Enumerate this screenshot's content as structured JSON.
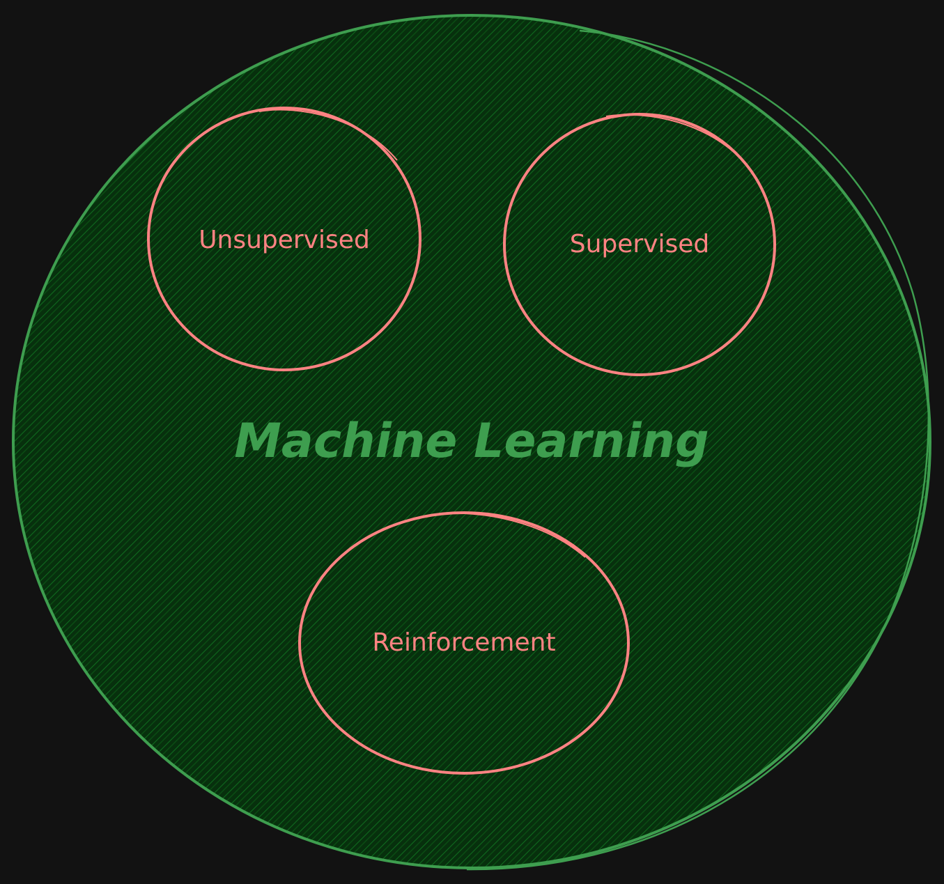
{
  "diagram": {
    "outer": {
      "label": "Machine Learning",
      "stroke": "#3e9e4f",
      "fill": "#0d4d16",
      "hatch": "#0f6b1e",
      "text_color": "#3e9e4f"
    },
    "inner": [
      {
        "id": "unsupervised",
        "label": "Unsupervised"
      },
      {
        "id": "supervised",
        "label": "Supervised"
      },
      {
        "id": "reinforcement",
        "label": "Reinforcement"
      }
    ],
    "inner_stroke": "#ff8383",
    "inner_text_color": "#ff8383",
    "background": "#121212"
  }
}
